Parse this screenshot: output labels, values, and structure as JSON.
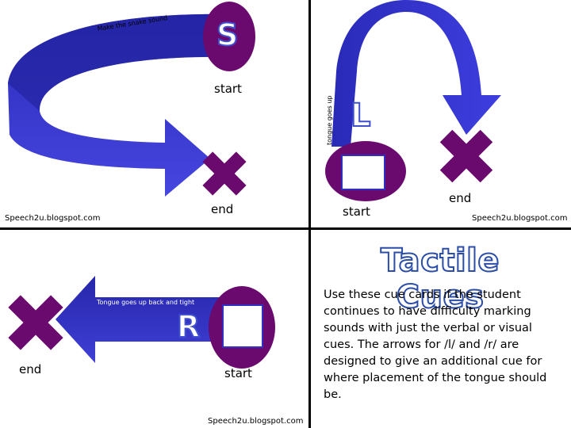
{
  "colors": {
    "arrow_blue": "#2f2fc4",
    "arrow_dark": "#1a1a8a",
    "purple": "#6a0a6e",
    "letter_blue": "#3f4fd0",
    "title_outline": "#2b4da8"
  },
  "panel_s": {
    "letter": "S",
    "arrow_caption": "Make the snake sound",
    "start_label": "start",
    "end_label": "end",
    "credit": "Speech2u.blogspot.com"
  },
  "panel_l": {
    "letter": "L",
    "arrow_caption": "tongue goes up",
    "start_label": "start",
    "end_label": "end",
    "credit": "Speech2u.blogspot.com"
  },
  "panel_r": {
    "letter": "R",
    "arrow_caption": "Tongue goes up back and tight",
    "start_label": "start",
    "end_label": "end",
    "credit": "Speech2u.blogspot.com"
  },
  "info": {
    "title": "Tactile Cues",
    "body": "Use these cue cards if the student continues to have difficulty marking sounds with just the verbal or visual cues.  The arrows for /l/ and /r/ are designed to give an additional cue for where placement of the tongue should be."
  }
}
